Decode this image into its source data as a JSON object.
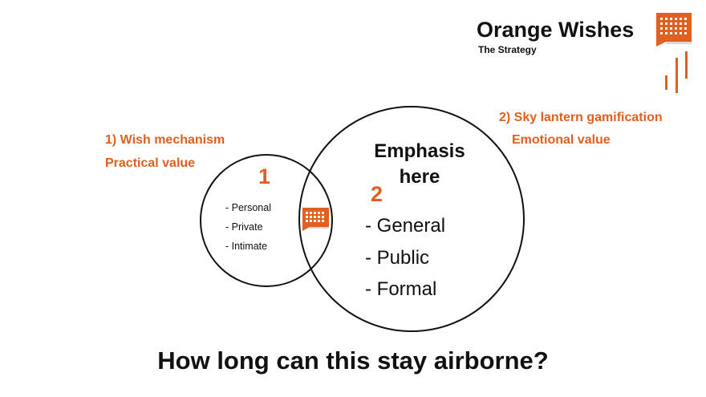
{
  "header": {
    "title": "Orange Wishes",
    "subtitle": "The Strategy",
    "logo_icon": "orange-lantern-logo-icon"
  },
  "left_circle": {
    "heading": "1) Wish mechanism",
    "value_label": "Practical value",
    "number": "1",
    "items": [
      "- Personal",
      "- Private",
      "- Intimate"
    ]
  },
  "right_circle": {
    "heading": "2) Sky lantern gamification",
    "value_label": "Emotional value",
    "number": "2",
    "emphasis_line1": "Emphasis",
    "emphasis_line2": "here",
    "items": [
      "- General",
      "- Public",
      "- Formal"
    ]
  },
  "center_icon": "orange-lantern-icon",
  "question": "How long can this stay airborne?",
  "colors": {
    "accent": "#e0601f",
    "text": "#111111",
    "outline": "#111111",
    "background": "#ffffff"
  }
}
